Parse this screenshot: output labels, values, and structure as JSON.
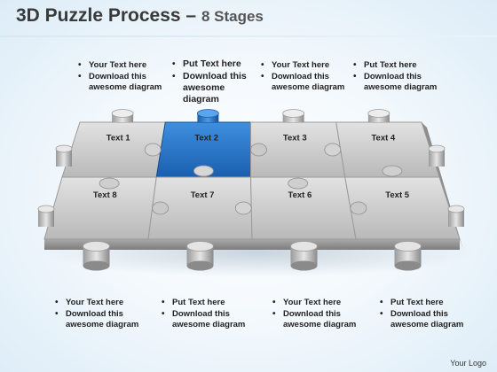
{
  "header": {
    "title": "3D Puzzle Process",
    "separator": " – ",
    "subtitle": "8 Stages"
  },
  "top_notes": [
    {
      "lines": [
        "Your Text here",
        "Download this awesome diagram"
      ]
    },
    {
      "lines": [
        "Put Text here",
        "Download  this awesome diagram"
      ]
    },
    {
      "lines": [
        "Your Text here",
        "Download this awesome diagram"
      ]
    },
    {
      "lines": [
        "Put Text here",
        "Download this awesome diagram"
      ]
    }
  ],
  "bottom_notes": [
    {
      "lines": [
        "Your Text here",
        "Download this awesome diagram"
      ]
    },
    {
      "lines": [
        "Put Text here",
        "Download this awesome diagram"
      ]
    },
    {
      "lines": [
        "Your Text here",
        "Download this awesome diagram"
      ]
    },
    {
      "lines": [
        "Put Text here",
        "Download this awesome diagram"
      ]
    }
  ],
  "pieces": [
    {
      "label": "Text 1",
      "highlight": false
    },
    {
      "label": "Text 2",
      "highlight": true
    },
    {
      "label": "Text 3",
      "highlight": false
    },
    {
      "label": "Text 4",
      "highlight": false
    },
    {
      "label": "Text 8",
      "highlight": false
    },
    {
      "label": "Text 7",
      "highlight": false
    },
    {
      "label": "Text 6",
      "highlight": false
    },
    {
      "label": "Text 5",
      "highlight": false
    }
  ],
  "colors": {
    "highlight": "#1f6fc4",
    "highlight_dark": "#154f8e",
    "piece": "#c4c4c4",
    "piece_light": "#dcdcdc",
    "piece_dark": "#8e8e8e"
  },
  "footer": {
    "logo": "Your Logo"
  }
}
